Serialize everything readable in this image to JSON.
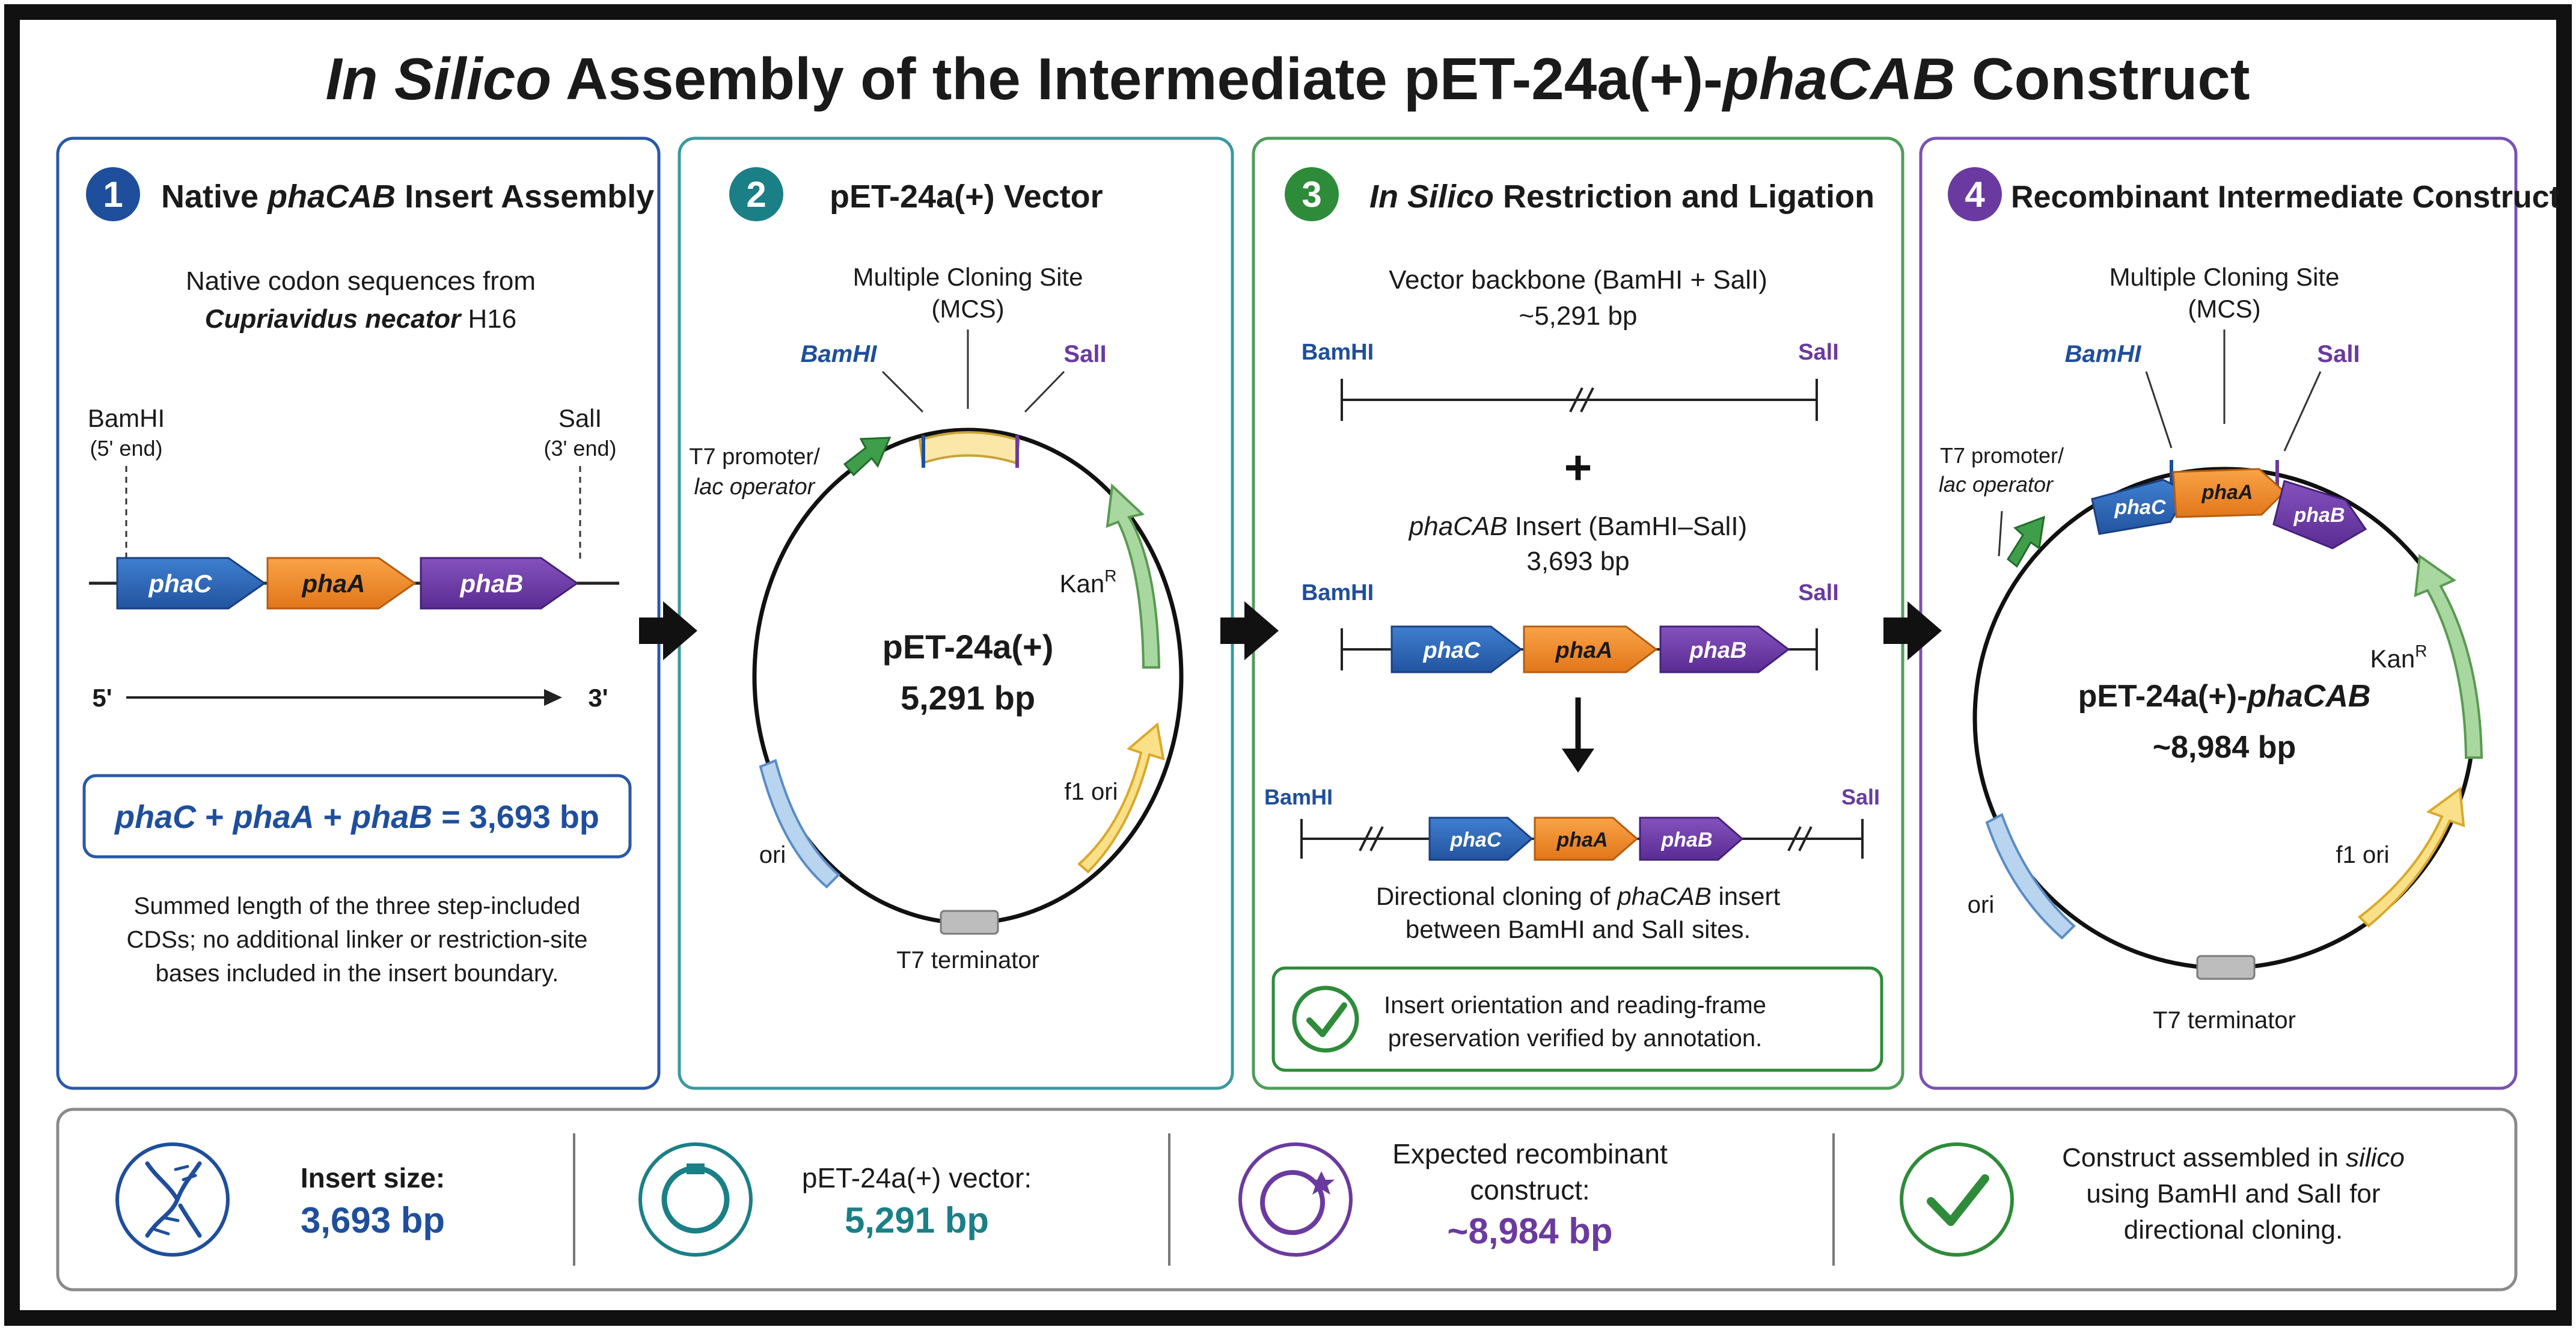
{
  "title": {
    "part1": "In Silico",
    "part2": " Assembly of the Intermediate pET-24a(+)-",
    "part3": "phaCAB",
    "part4": " Construct"
  },
  "colors": {
    "blue": "#1f4e9c",
    "teal": "#1b7f86",
    "green": "#2e8b3a",
    "purple": "#6a3aa0",
    "orange": "#f08a28",
    "geneBlue": "#2f6bbf",
    "genePurple": "#6f3aa8",
    "yellowFill": "#fbe7a8",
    "kanGreen": "#a9d7a0",
    "oriBlue": "#b8d4ef"
  },
  "panel1": {
    "number": "1",
    "heading_a": "Native ",
    "heading_b": "phaCAB",
    "heading_c": " Insert Assembly",
    "subtitle_line1": "Native codon sequences from",
    "subtitle_line2a": "Cupriavidus necator",
    "subtitle_line2b": " H16",
    "bamhi": "BamHI",
    "bamhi_end": "(5' end)",
    "sali": "SalI",
    "sali_end": "(3' end)",
    "gene_c": "phaC",
    "gene_a": "phaA",
    "gene_b": "phaB",
    "five": "5'",
    "three": "3'",
    "sum_a": "phaC",
    "sum_b": " + ",
    "sum_c": "phaA",
    "sum_d": " + ",
    "sum_e": "phaB",
    "sum_f": " = 3,693 bp",
    "note_line1": "Summed length of the three step-included",
    "note_line2": "CDSs; no additional linker or restriction-site",
    "note_line3": "bases included in the insert boundary."
  },
  "panel2": {
    "number": "2",
    "heading": "pET-24a(+) Vector",
    "mcs_line1": "Multiple Cloning Site",
    "mcs_line2": "(MCS)",
    "bamhi": "BamHI",
    "sali": "SalI",
    "t7_line1": "T7 promoter/",
    "t7_line2": "lac operator",
    "kan": "Kan",
    "kan_sup": "R",
    "name": "pET-24a(+)",
    "size": "5,291 bp",
    "f1": "f1 ori",
    "ori": "ori",
    "term": "T7 terminator"
  },
  "panel3": {
    "number": "3",
    "heading_a": "In Silico",
    "heading_b": " Restriction and Ligation",
    "backbone_line1": "Vector backbone (BamHI + SalI)",
    "backbone_line2": "~5,291 bp",
    "bamhi": "BamHI",
    "sali": "SalI",
    "plus": "+",
    "insert_a": "phaCAB",
    "insert_b": " Insert (BamHI–SalI)",
    "insert_size": "3,693 bp",
    "gene_c": "phaC",
    "gene_a": "phaA",
    "gene_b": "phaB",
    "dir_line1a": "Directional cloning of ",
    "dir_line1b": "phaCAB",
    "dir_line1c": " insert",
    "dir_line2": "between BamHI and SalI sites.",
    "verify_line1": "Insert orientation and reading-frame",
    "verify_line2": "preservation verified by annotation."
  },
  "panel4": {
    "number": "4",
    "heading": "Recombinant Intermediate Construct",
    "mcs_line1": "Multiple Cloning Site",
    "mcs_line2": "(MCS)",
    "bamhi": "BamHI",
    "sali": "SalI",
    "t7_line1": "T7 promoter/",
    "t7_line2": "lac operator",
    "gene_c": "phaC",
    "gene_a": "phaA",
    "gene_b": "phaB",
    "kan": "Kan",
    "kan_sup": "R",
    "name_a": "pET-24a(+)-",
    "name_b": "phaCAB",
    "size": "~8,984 bp",
    "f1": "f1 ori",
    "ori": "ori",
    "term": "T7 terminator"
  },
  "summary": {
    "s1_label": "Insert size:",
    "s1_value": "3,693 bp",
    "s2_label": "pET-24a(+) vector:",
    "s2_value": "5,291 bp",
    "s3_line1": "Expected recombinant",
    "s3_line2": "construct:",
    "s3_value": "~8,984 bp",
    "s4_line1a": "Construct assembled in ",
    "s4_line1b": "silico",
    "s4_line2": "using BamHI and SalI for",
    "s4_line3": "directional cloning."
  }
}
